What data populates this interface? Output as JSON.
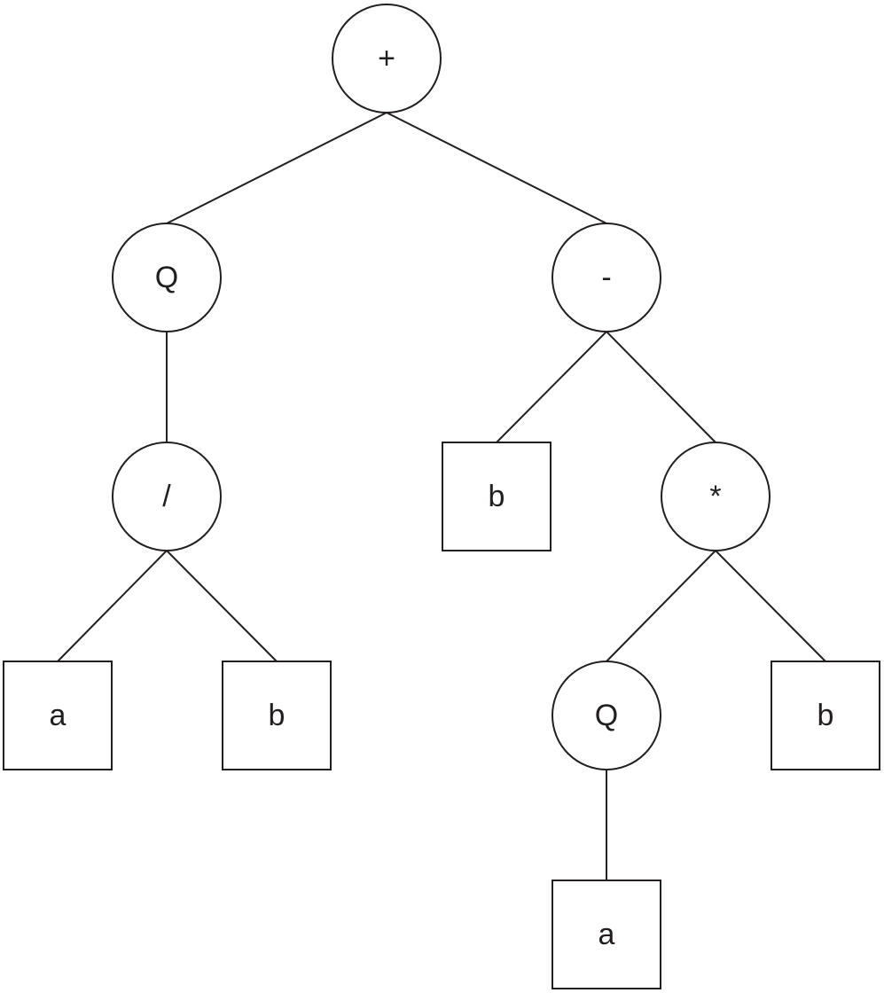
{
  "tree": {
    "nodes": [
      {
        "id": "plus",
        "label": "+",
        "shape": "circle",
        "children": [
          "q1",
          "minus"
        ]
      },
      {
        "id": "q1",
        "label": "Q",
        "shape": "circle",
        "children": [
          "div"
        ]
      },
      {
        "id": "minus",
        "label": "-",
        "shape": "circle",
        "children": [
          "b2",
          "mul"
        ]
      },
      {
        "id": "div",
        "label": "/",
        "shape": "circle",
        "children": [
          "a1",
          "b1"
        ]
      },
      {
        "id": "b2",
        "label": "b",
        "shape": "square",
        "children": []
      },
      {
        "id": "mul",
        "label": "*",
        "shape": "circle",
        "children": [
          "q2",
          "b3"
        ]
      },
      {
        "id": "a1",
        "label": "a",
        "shape": "square",
        "children": []
      },
      {
        "id": "b1",
        "label": "b",
        "shape": "square",
        "children": []
      },
      {
        "id": "q2",
        "label": "Q",
        "shape": "circle",
        "children": [
          "a2"
        ]
      },
      {
        "id": "b3",
        "label": "b",
        "shape": "square",
        "children": []
      },
      {
        "id": "a2",
        "label": "a",
        "shape": "square",
        "children": []
      }
    ]
  }
}
